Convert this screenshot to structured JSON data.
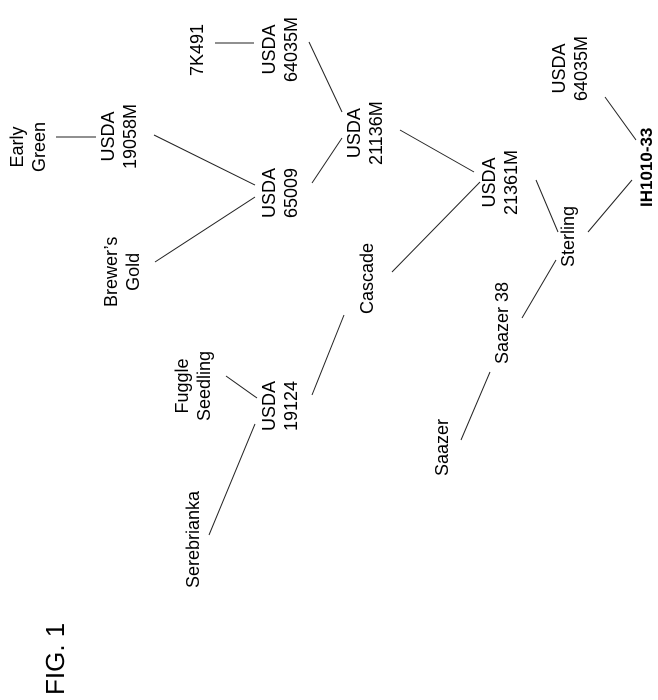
{
  "figure_label": "FIG. 1",
  "nodes": {
    "ih1010_33": "IH1010-33",
    "usda_64035m_top": [
      "USDA",
      "64035M"
    ],
    "sterling": "Sterling",
    "usda_21361m": [
      "USDA",
      "21361M"
    ],
    "saazer_38": "Saazer 38",
    "saazer": "Saazer",
    "usda_21136m": [
      "USDA",
      "21136M"
    ],
    "cascade": "Cascade",
    "usda_64035m_mid": [
      "USDA",
      "64035M"
    ],
    "k7491": "7K491",
    "usda_65009": [
      "USDA",
      "65009"
    ],
    "usda_19058m": [
      "USDA",
      "19058M"
    ],
    "early_green": [
      "Early",
      "Green"
    ],
    "brewers_gold": [
      "Brewer’s",
      "Gold"
    ],
    "usda_19124": [
      "USDA",
      "19124"
    ],
    "fuggle_seedling": [
      "Fuggle",
      "Seedling"
    ],
    "serebrianka": "Serebrianka"
  }
}
